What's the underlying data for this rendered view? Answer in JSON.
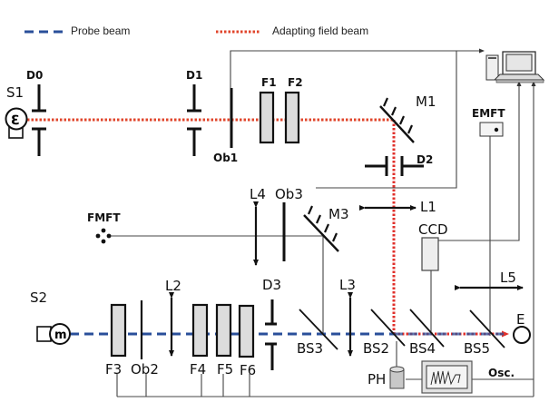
{
  "legend": {
    "probe_label": "Probe beam",
    "adapting_label": "Adapting field beam"
  },
  "colors": {
    "probe_beam": "#2a4f9a",
    "adapting_beam": "#e0452b",
    "adapting_vertical": "#e0302b"
  },
  "labels": {
    "S1": "S1",
    "S2": "S2",
    "D0": "D0",
    "D1": "D1",
    "D2": "D2",
    "D3": "D3",
    "F1": "F1",
    "F2": "F2",
    "F3": "F3",
    "F4": "F4",
    "F5": "F5",
    "F6": "F6",
    "Ob1": "Ob1",
    "Ob2": "Ob2",
    "Ob3": "Ob3",
    "M1": "M1",
    "M3": "M3",
    "L1": "L1",
    "L2": "L2",
    "L3": "L3",
    "L4": "L4",
    "L5": "L5",
    "BS2": "BS2",
    "BS3": "BS3",
    "BS4": "BS4",
    "BS5": "BS5",
    "CCD": "CCD",
    "EMFT": "EMFT",
    "FMFT": "FMFT",
    "PH": "PH",
    "Osc": "Osc.",
    "E": "E"
  },
  "icons": {
    "source_s1": "lamp-source-icon",
    "source_s2": "lamp-source-icon",
    "computer": "computer-icon",
    "oscilloscope": "oscilloscope-icon",
    "photodetector": "photodetector-icon",
    "eye": "eye-icon"
  }
}
